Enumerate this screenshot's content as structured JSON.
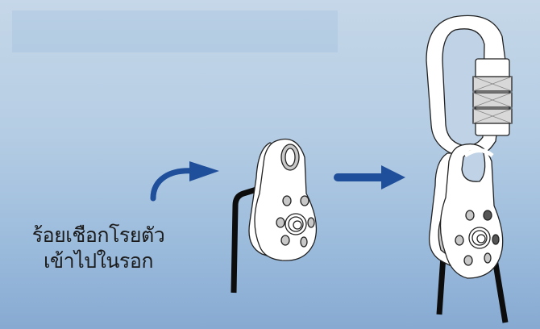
{
  "diagram": {
    "title_box": {
      "text": ""
    },
    "caption": {
      "line1": "ร้อยเชือกโรยตัว",
      "line2": "เข้าไปในรอก"
    },
    "colors": {
      "arrow": "#1f4e9a",
      "rope": "#0d0d0d",
      "metal": "#ffffff",
      "outline": "#222222",
      "hole": "#c8c8c8",
      "background_top": "#c5d7e8",
      "background_bottom": "#87aad2"
    },
    "steps": [
      {
        "id": 1,
        "depiction": "rope-threaded-into-pulley"
      },
      {
        "id": 2,
        "depiction": "pulley-attached-to-locking-carabiner-with-rope"
      }
    ],
    "icons": [
      "curved-arrow-icon",
      "pulley-icon",
      "right-arrow-icon",
      "carabiner-icon",
      "rope-icon"
    ]
  }
}
